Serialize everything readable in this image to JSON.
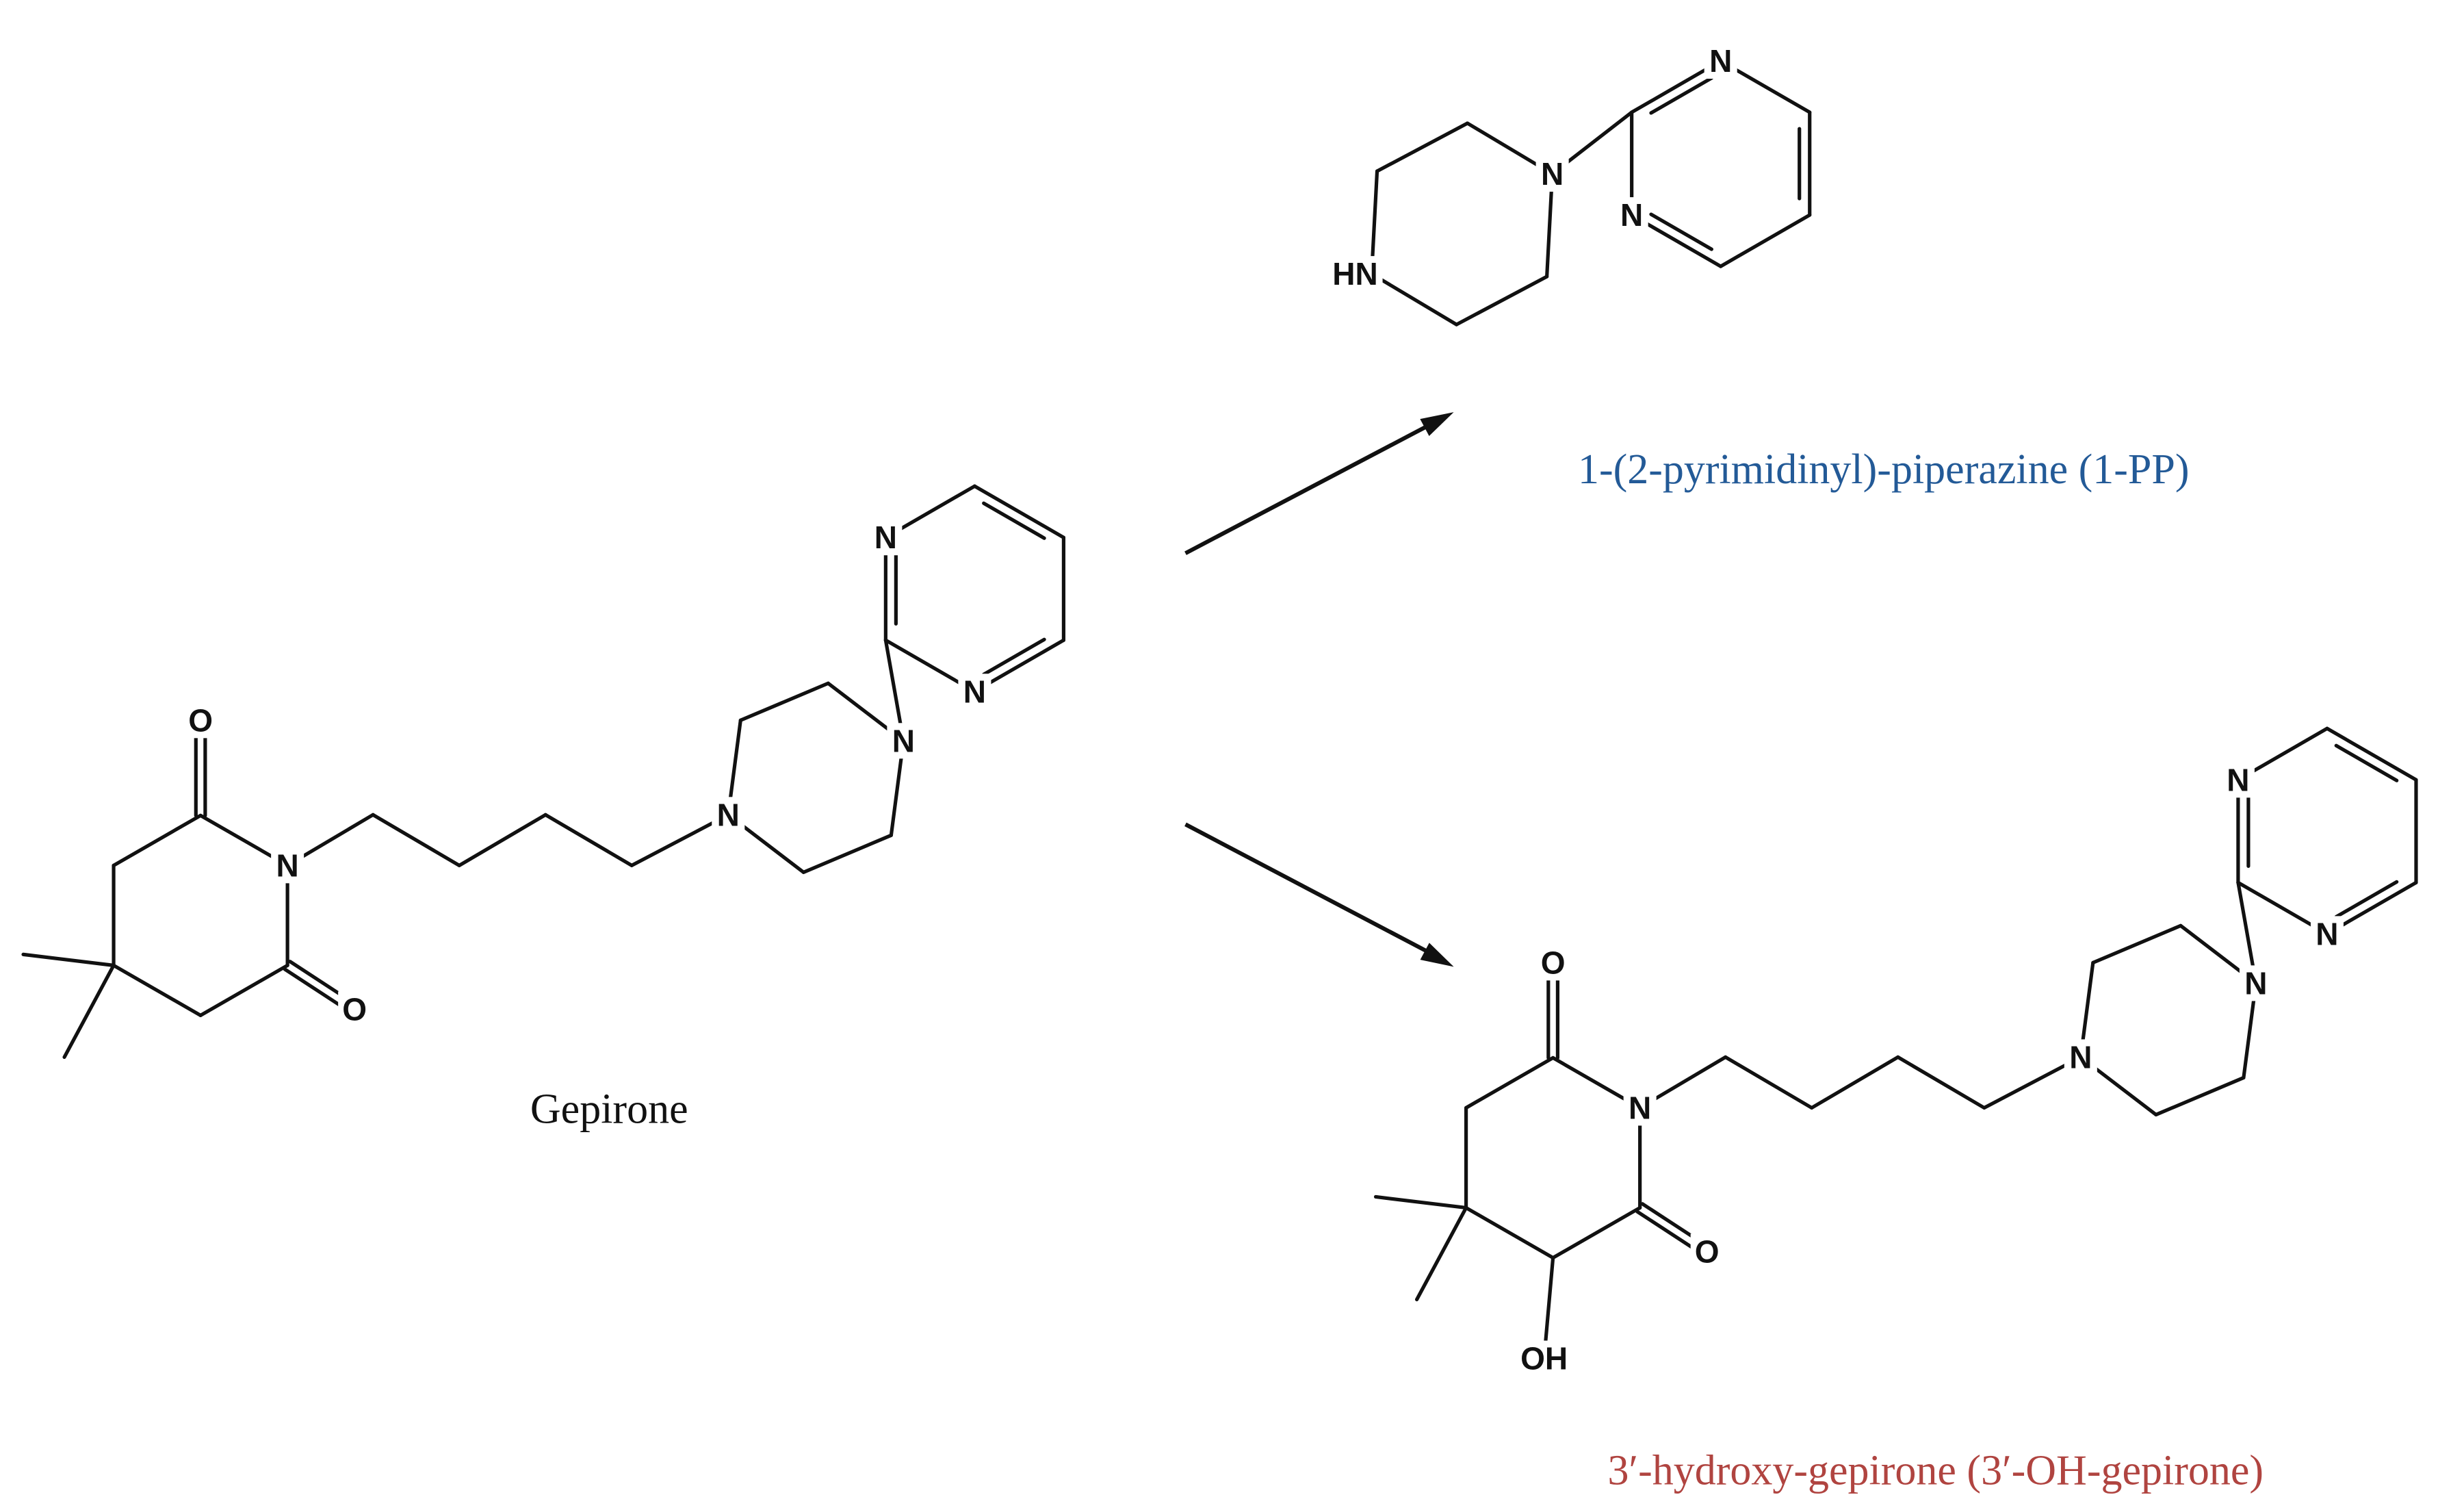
{
  "figure": {
    "background": "#ffffff",
    "line_color": "#111111",
    "compounds": {
      "gepirone": {
        "name": "Gepirone",
        "name_color": "#111111",
        "atom_labels": [
          "O",
          "N",
          "O",
          "N",
          "N",
          "N",
          "N"
        ]
      },
      "one_pp": {
        "name": "1-(2-pyrimidinyl)-piperazine (1-PP)",
        "name_color": "#235a97",
        "atom_labels": [
          "HN",
          "N",
          "N",
          "N"
        ]
      },
      "oh_gepirone": {
        "name": "3′-hydroxy-gepirone (3′-OH-gepirone)",
        "name_color": "#b04440",
        "atom_labels": [
          "O",
          "N",
          "O",
          "N",
          "N",
          "N",
          "N",
          "OH"
        ]
      }
    }
  }
}
